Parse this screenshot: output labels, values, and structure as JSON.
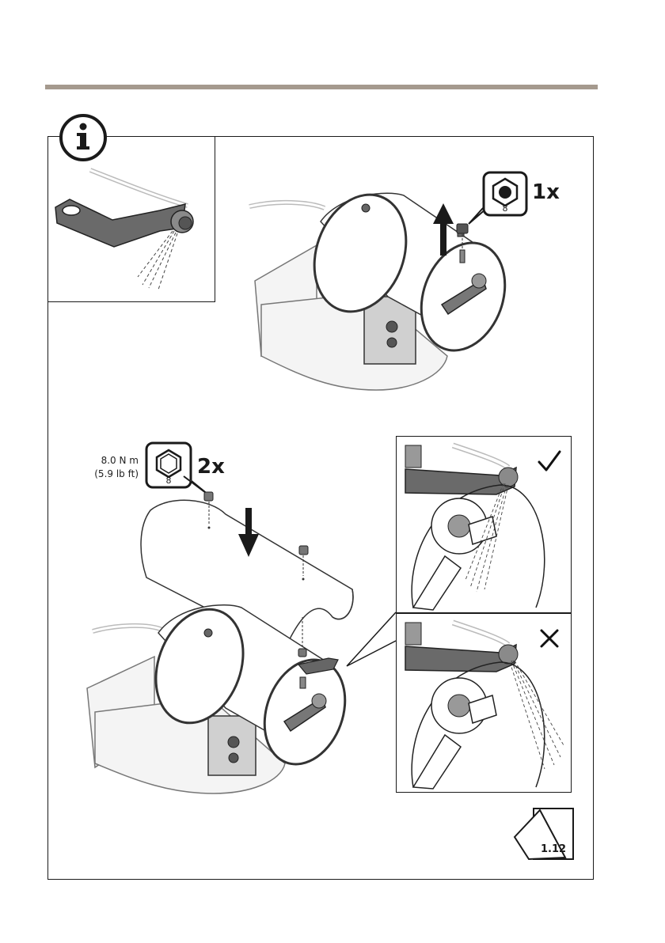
{
  "colors": {
    "rule": "#a59a8e",
    "frame": "#1a1a1a",
    "bracket": "#6a6a6a",
    "ok_mark": "#111111"
  },
  "info_icon": "info-icon",
  "step_remove": {
    "screw_count": "1x",
    "tool_size": "8",
    "tool_icon": "hex-socket-icon",
    "arrow_icon": "arrow-up-icon"
  },
  "step_install": {
    "screw_count": "2x",
    "tool_size": "8",
    "tool_icon": "hex-socket-icon",
    "torque_metric": "8.0 N m",
    "torque_imperial": "(5.9 lb ft)",
    "arrow_icon": "arrow-down-icon"
  },
  "detail_correct_icon": "checkmark-icon",
  "detail_wrong_icon": "cross-icon",
  "page_ref": {
    "label": "1.12",
    "icon": "page-flip-icon"
  }
}
